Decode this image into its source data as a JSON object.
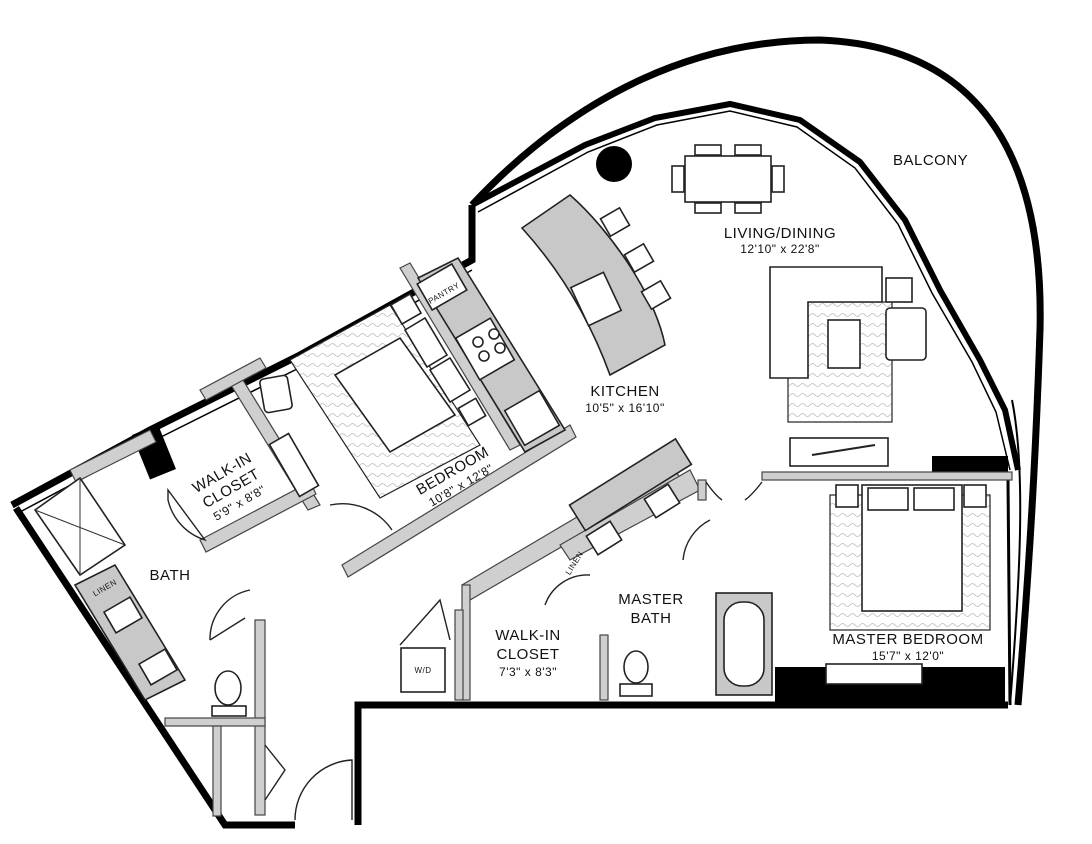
{
  "rooms": {
    "balcony": {
      "name": "BALCONY"
    },
    "living_dining": {
      "name": "LIVING/DINING",
      "size": "12'10\" x 22'8\""
    },
    "kitchen": {
      "name": "KITCHEN",
      "size": "10'5\" x 16'10\""
    },
    "bedroom": {
      "name": "BEDROOM",
      "size": "10'8\" x 12'8\""
    },
    "walkin_closet_1": {
      "name_line1": "WALK-IN",
      "name_line2": "CLOSET",
      "size": "5'9\" x 8'8\""
    },
    "bath": {
      "name": "BATH"
    },
    "master_bath": {
      "name_line1": "MASTER",
      "name_line2": "BATH"
    },
    "walkin_closet_2": {
      "name_line1": "WALK-IN",
      "name_line2": "CLOSET",
      "size": "7'3\" x 8'3\""
    },
    "master_bedroom": {
      "name": "MASTER BEDROOM",
      "size": "15'7\" x 12'0\""
    }
  },
  "fixtures": {
    "pantry": "PANTRY",
    "linen_1": "LINEN",
    "linen_2": "LINEN",
    "washer_dryer": "W/D"
  },
  "colors": {
    "wall": "#000000",
    "interior_wall": "#cfcfcf",
    "counter": "#c8c8c8",
    "background": "#ffffff"
  }
}
